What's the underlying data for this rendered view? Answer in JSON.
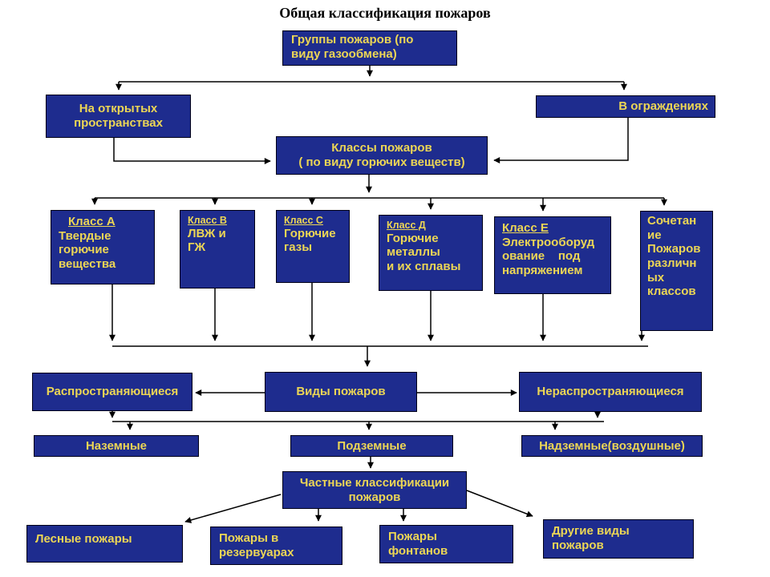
{
  "title": "Общая классификация пожаров",
  "colors": {
    "box_fill": "#1e2c8e",
    "box_text": "#ecd655",
    "line_color": "#000000",
    "title_color": "#000000",
    "page_bg": "#ffffff"
  },
  "nodes": {
    "groups": {
      "lines": [
        "Группы пожаров (по",
        "виду газообмена)"
      ]
    },
    "open_spaces": {
      "lines": [
        "На открытых",
        "пространствах"
      ]
    },
    "enclosures": {
      "label": "В ограждениях"
    },
    "classes": {
      "lines": [
        "Классы пожаров",
        "( по виду горючих веществ)"
      ]
    },
    "class_a": {
      "header": "Класс А",
      "lines": [
        "Твердые",
        "горючие",
        "вещества"
      ]
    },
    "class_b": {
      "header": "Класс В",
      "lines": [
        "ЛВЖ и",
        "ГЖ"
      ]
    },
    "class_c": {
      "header": "Класс С",
      "lines": [
        "Горючие",
        "газы"
      ]
    },
    "class_d": {
      "header": "Класс Д",
      "lines": [
        "Горючие",
        "металлы",
        "и их сплавы"
      ]
    },
    "class_e": {
      "header": "Класс Е",
      "lines": [
        "Электрооборуд",
        "ование    под",
        "напряжением"
      ]
    },
    "combination": {
      "lines": [
        "Сочетан",
        "ие",
        "Пожаров",
        "различн",
        "ых",
        "классов"
      ]
    },
    "spreading": {
      "label": "Распространяющиеся"
    },
    "fire_kinds": {
      "label": "Виды пожаров"
    },
    "non_spreading": {
      "label": "Нераспространяющиеся"
    },
    "ground": {
      "label": "Наземные"
    },
    "underground": {
      "label": "Подземные"
    },
    "above_ground": {
      "label": "Надземные(воздушные)"
    },
    "particular": {
      "lines": [
        "Частные классификации",
        "пожаров"
      ]
    },
    "forest": {
      "label": "Лесные пожары"
    },
    "tanks": {
      "lines": [
        "Пожары в",
        "резервуарах"
      ]
    },
    "fountains": {
      "lines": [
        "Пожары",
        "фонтанов"
      ]
    },
    "other": {
      "lines": [
        "Другие виды",
        "пожаров"
      ]
    }
  }
}
